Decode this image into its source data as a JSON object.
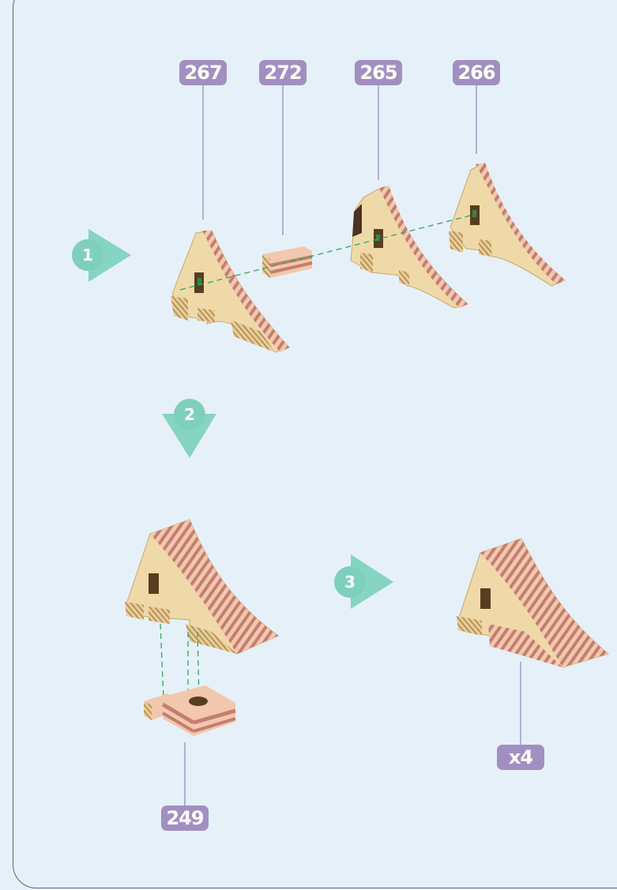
{
  "part_labels": {
    "p267": "267",
    "p272": "272",
    "p265": "265",
    "p266": "266",
    "p249": "249"
  },
  "quantity_label": "x4",
  "steps": {
    "step1": "1",
    "step2": "2",
    "step3": "3"
  },
  "colors": {
    "background": "#e6f0f8",
    "frame_border": "#6a5a96",
    "label_fill": "#a28fc2",
    "step_marker": "#86d4c2",
    "wood": "#f0d9a8",
    "stripe": "#c98574",
    "guide_line": "#2fa860"
  }
}
